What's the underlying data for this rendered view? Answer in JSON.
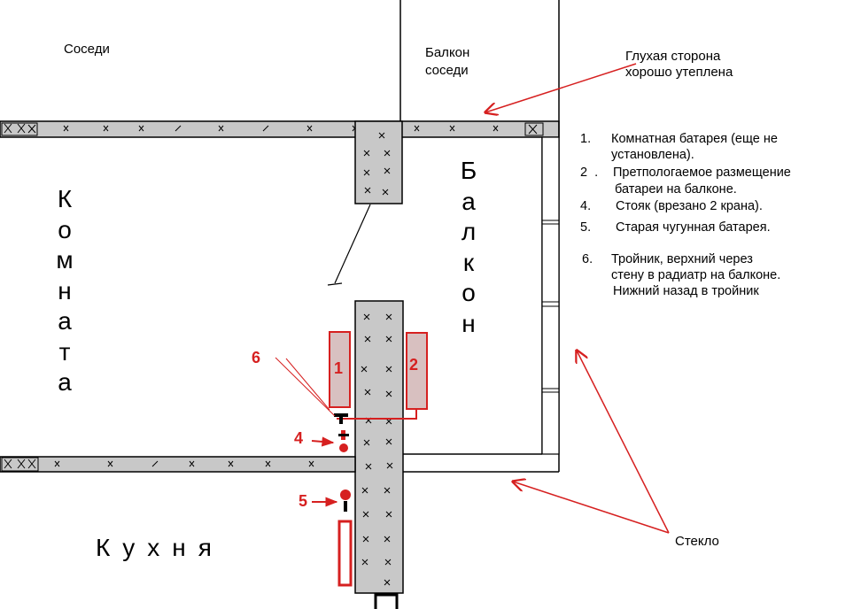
{
  "rooms": {
    "neighbors": "Соседи",
    "neighbor_balcony": [
      "Балкон",
      "соседи"
    ],
    "room": "Комната",
    "balcony": "Балкон",
    "kitchen": "Кухня"
  },
  "notes": {
    "blind_side": [
      "Глухая сторона",
      "хорошо утеплена"
    ],
    "glass": "Стекло"
  },
  "legend": [
    {
      "num": "1.",
      "lines": [
        "Комнатная батарея (еще не",
        "установлена)."
      ]
    },
    {
      "num": "2  .",
      "lines": [
        "Претпологаемое размещение",
        "батареи на балконе."
      ]
    },
    {
      "num": "4.",
      "lines": [
        "Стояк (врезано 2 крана)."
      ]
    },
    {
      "num": "5.",
      "lines": [
        "Старая чугунная батарея."
      ]
    },
    {
      "num": "6.",
      "lines": [
        "Тройник, верхний через",
        "стену в радиатр на балконе.",
        "Нижний назад в тройник"
      ]
    }
  ],
  "markers": {
    "radiator_1": "1",
    "radiator_2": "2",
    "riser_4": "4",
    "old_battery_5": "5",
    "tee_6": "6"
  },
  "colors": {
    "wall_fill": "#c8c8c8",
    "wall_stroke": "#000000",
    "accent_red": "#d62020",
    "radiator_fill": "#d8c0c0"
  }
}
